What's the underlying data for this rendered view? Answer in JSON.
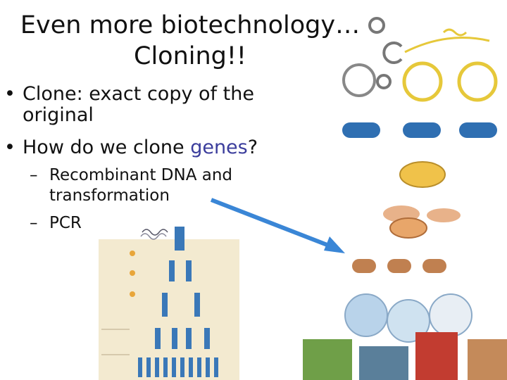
{
  "slide": {
    "title_line1": "Even more biotechnology…",
    "title_line2": "Cloning!!",
    "bullets": [
      {
        "marker": "•",
        "text": "Clone: exact copy of the",
        "text2": "original"
      },
      {
        "marker": "•",
        "text_prefix": "How do we clone ",
        "highlight": "genes",
        "text_suffix": "?"
      }
    ],
    "subbullets": [
      {
        "marker": "–",
        "text": "Recombinant DNA and",
        "text2": "transformation"
      },
      {
        "marker": "–",
        "text": "PCR"
      }
    ],
    "highlight_color": "#3b3d9c"
  },
  "figures": {
    "pcr_diagram": {
      "background": "#f3ead0",
      "steps": 3
    },
    "cloning_diagram": {
      "plasmid_color": "#e6c83a",
      "bacteria_color": "#2f6fb2",
      "plate_color": "#f0c24a"
    },
    "arrow_color": "#3a86d6"
  }
}
